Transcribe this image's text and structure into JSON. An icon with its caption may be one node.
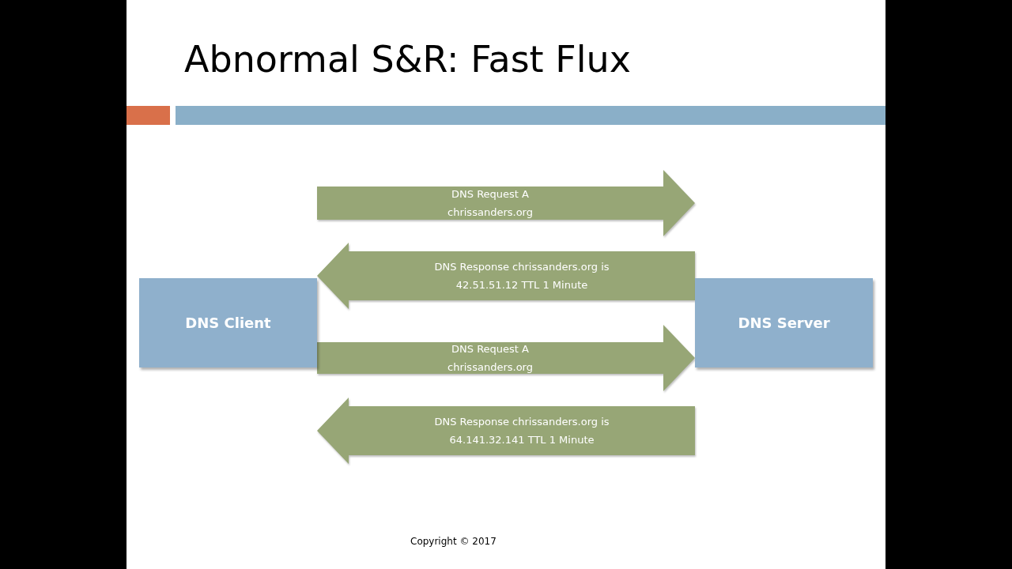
{
  "diagram": {
    "title": "Abnormal S&R: Fast Flux",
    "nodes": [
      {
        "text": [
          "DNS Client"
        ]
      },
      {
        "text": [
          "DNS Server"
        ]
      }
    ],
    "edges": [
      {
        "from": 0,
        "to": 1,
        "arrow": "to",
        "label": "DNS Request A chrissanders.org"
      },
      {
        "from": 1,
        "to": 0,
        "arrow": "to",
        "label": "DNS Response chrissanders.org is 42.51.51.12 TTL 1 Minute"
      },
      {
        "from": 0,
        "to": 1,
        "arrow": "to",
        "label": "DNS Request A chrissanders.org"
      },
      {
        "from": 1,
        "to": 0,
        "arrow": "to",
        "label": "DNS Response chrissanders.org is 64.141.32.141 TTL 1 Minute"
      }
    ],
    "labels": [
      "Copyright © 2017"
    ]
  }
}
